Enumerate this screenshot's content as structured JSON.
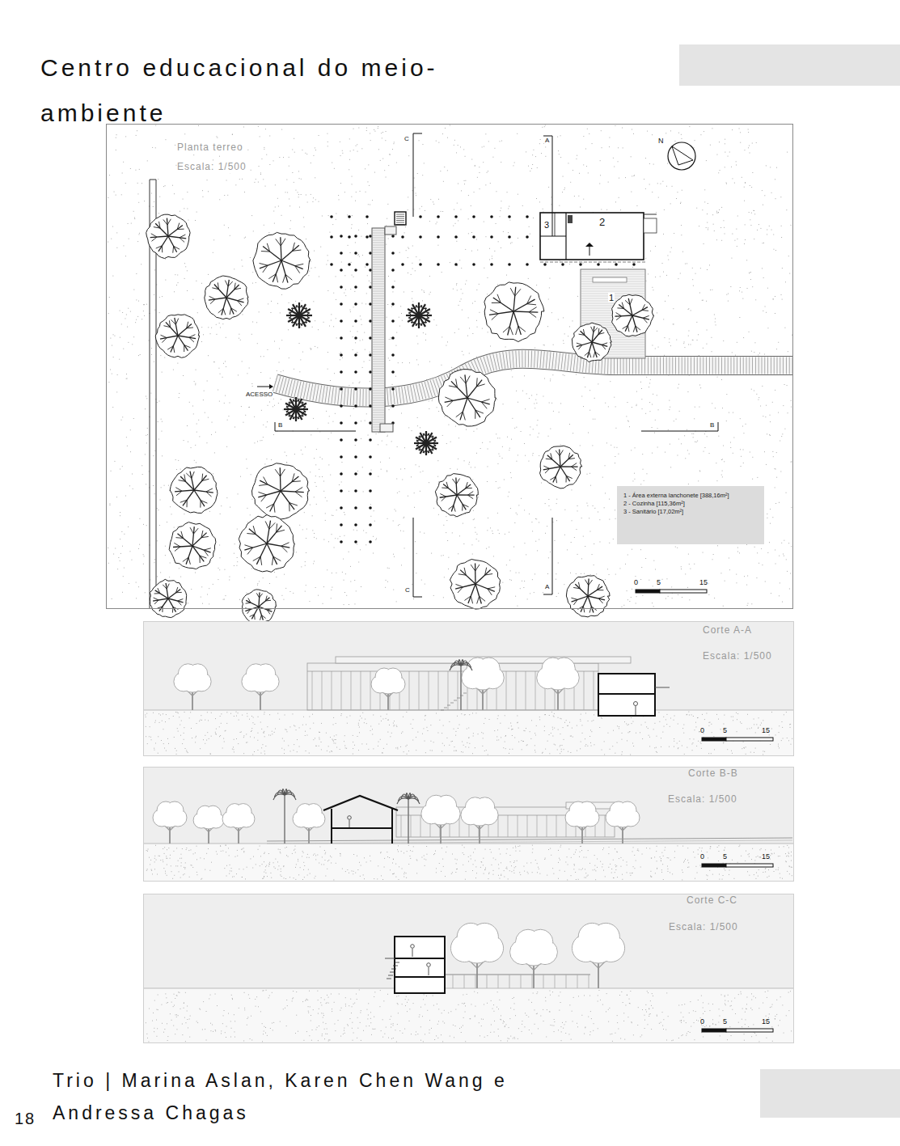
{
  "diagram": {
    "title": "Centro educacional do meio- ambiente",
    "caption": "Trio | Marina Aslan, Karen Chen Wang e Andressa Chagas",
    "nodes": [
      {
        "text": [
          "Planta terreo",
          "Escala: 1/500"
        ]
      },
      {
        "text": [
          "1 - Área externa lanchonete [388,16m²]",
          "2 - Cozinha [115,36m²]",
          "3 - Sanitário [17,02m²]"
        ],
        "in": 0
      },
      {
        "text": [
          "Corte A-A",
          "Escala: 1/500"
        ]
      },
      {
        "text": [
          "Corte B-B",
          "Escala: 1/500"
        ]
      },
      {
        "text": [
          "Corte C-C",
          "Escala: 1/500"
        ]
      }
    ],
    "labels": [
      "C",
      "A",
      "N",
      "3",
      "2",
      "1",
      "ACESSO",
      "B",
      "B",
      "A",
      "C",
      "0",
      "5",
      "15",
      "0",
      "5",
      "15",
      "0",
      "5",
      "15",
      "0",
      "5",
      "15",
      "18"
    ]
  }
}
